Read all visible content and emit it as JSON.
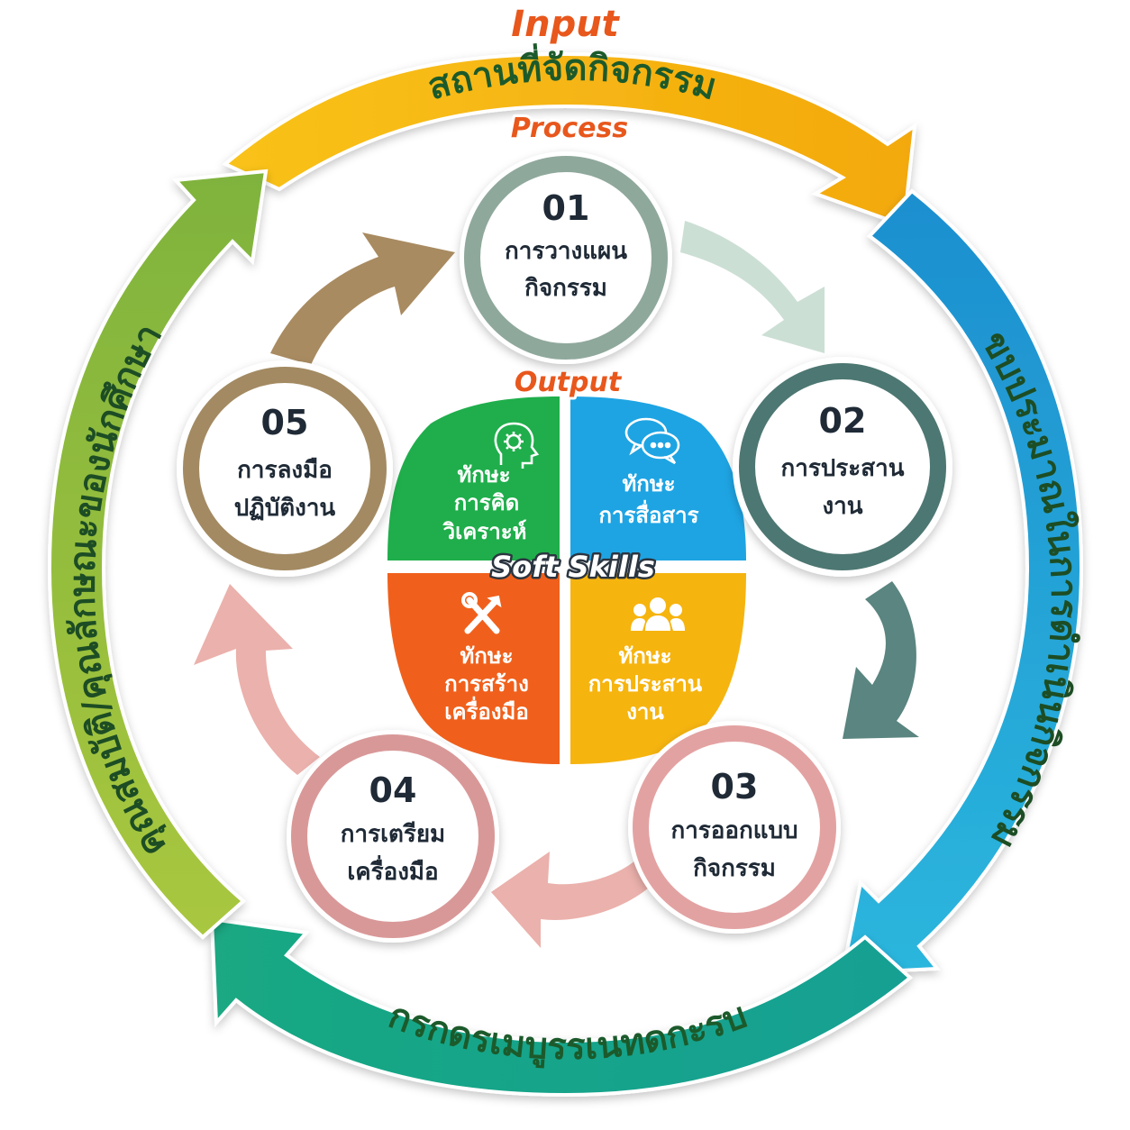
{
  "labels": {
    "input": "Input",
    "process": "Process",
    "output": "Output",
    "soft_skills": "Soft Skills"
  },
  "ring": {
    "top": "สถานที่จัดกิจกรรม",
    "right": "ขบประมาณในการดำเนินกิจกรรม",
    "bottom": "กรกดรเมบูรรเนทดกะรบ",
    "left": "คุณสมบัติ/คุณลักษณะของนักศึกษา"
  },
  "steps": [
    {
      "num": "01",
      "line1": "การวางแผน",
      "line2": "กิจกรรม",
      "color": "#8fa89c"
    },
    {
      "num": "02",
      "line1": "การประสาน",
      "line2": "งาน",
      "color": "#4e7772"
    },
    {
      "num": "03",
      "line1": "การออกแบบ",
      "line2": "กิจกรรม",
      "color": "#e3a2a2"
    },
    {
      "num": "04",
      "line1": "การเตรียม",
      "line2": "เครื่องมือ",
      "color": "#d99898"
    },
    {
      "num": "05",
      "line1": "การลงมือ",
      "line2": "ปฏิบัติงาน",
      "color": "#a38a62"
    }
  ],
  "skills": [
    {
      "line1": "ทักษะ",
      "line2": "การคิด",
      "line3": "วิเคราะห์",
      "color": "#1fae4b",
      "icon": "brain-gear-icon"
    },
    {
      "line1": "ทักษะ",
      "line2": "การสื่อสาร",
      "color": "#1ea4e3",
      "icon": "chat-bubbles-icon"
    },
    {
      "line1": "ทักษะ",
      "line2": "การสร้าง",
      "line3": "เครื่องมือ",
      "color": "#f0601c",
      "icon": "tools-icon"
    },
    {
      "line1": "ทักษะ",
      "line2": "การประสาน",
      "line3": "งาน",
      "color": "#f6b40f",
      "icon": "team-icon"
    }
  ],
  "colors": {
    "top_ring": "#f7b512",
    "right_ring": "#1ea6d6",
    "bottom_ring": "#17a688",
    "left_ring": "#9cbf3a",
    "tag_orange": "#e8571c"
  }
}
